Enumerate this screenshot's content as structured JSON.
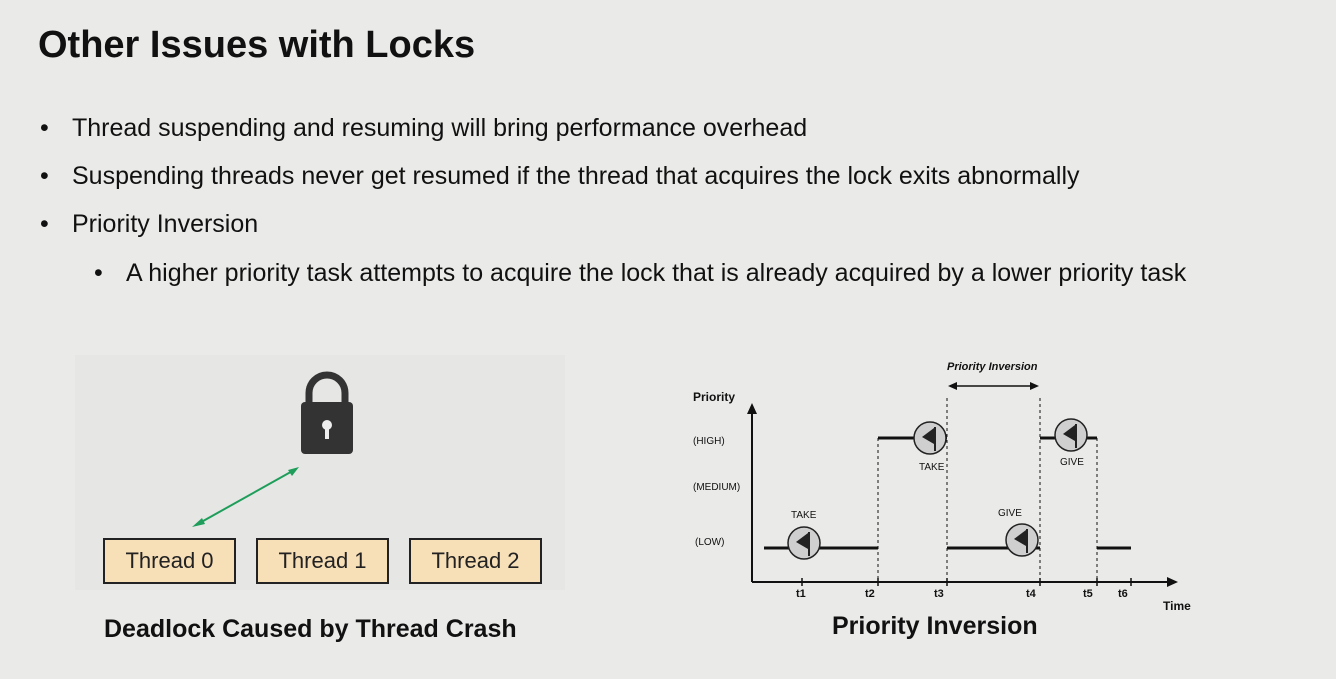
{
  "title": "Other Issues with Locks",
  "bullets": [
    "Thread suspending and resuming will bring performance overhead",
    "Suspending threads never get resumed if the thread that acquires the lock exits abnormally",
    "Priority Inversion"
  ],
  "sub_bullets": [
    "A higher priority task attempts to acquire the lock that is already acquired by a lower priority task"
  ],
  "bullet_symbol": "•",
  "left_figure": {
    "threads": [
      "Thread 0",
      "Thread 1",
      "Thread 2"
    ],
    "caption": "Deadlock Caused by Thread Crash",
    "lock_icon": "padlock-icon",
    "arrow_color": "#1e9e5a",
    "thread_fill": "#f7dfb8"
  },
  "right_figure": {
    "caption": "Priority Inversion",
    "y_axis_label": "Priority",
    "x_axis_label": "Time",
    "levels": [
      "(HIGH)",
      "(MEDIUM)",
      "(LOW)"
    ],
    "ticks": [
      "t1",
      "t2",
      "t3",
      "t4",
      "t5",
      "t6"
    ],
    "span_label": "Priority Inversion",
    "events": [
      {
        "label": "TAKE",
        "at": "t1",
        "level": "(LOW)"
      },
      {
        "label": "TAKE",
        "at": "t3",
        "level": "(HIGH)"
      },
      {
        "label": "GIVE",
        "at": "t4",
        "level": "(LOW)"
      },
      {
        "label": "GIVE",
        "at": "t4",
        "level": "(HIGH)"
      }
    ],
    "flag_icon": "flag-icon"
  }
}
